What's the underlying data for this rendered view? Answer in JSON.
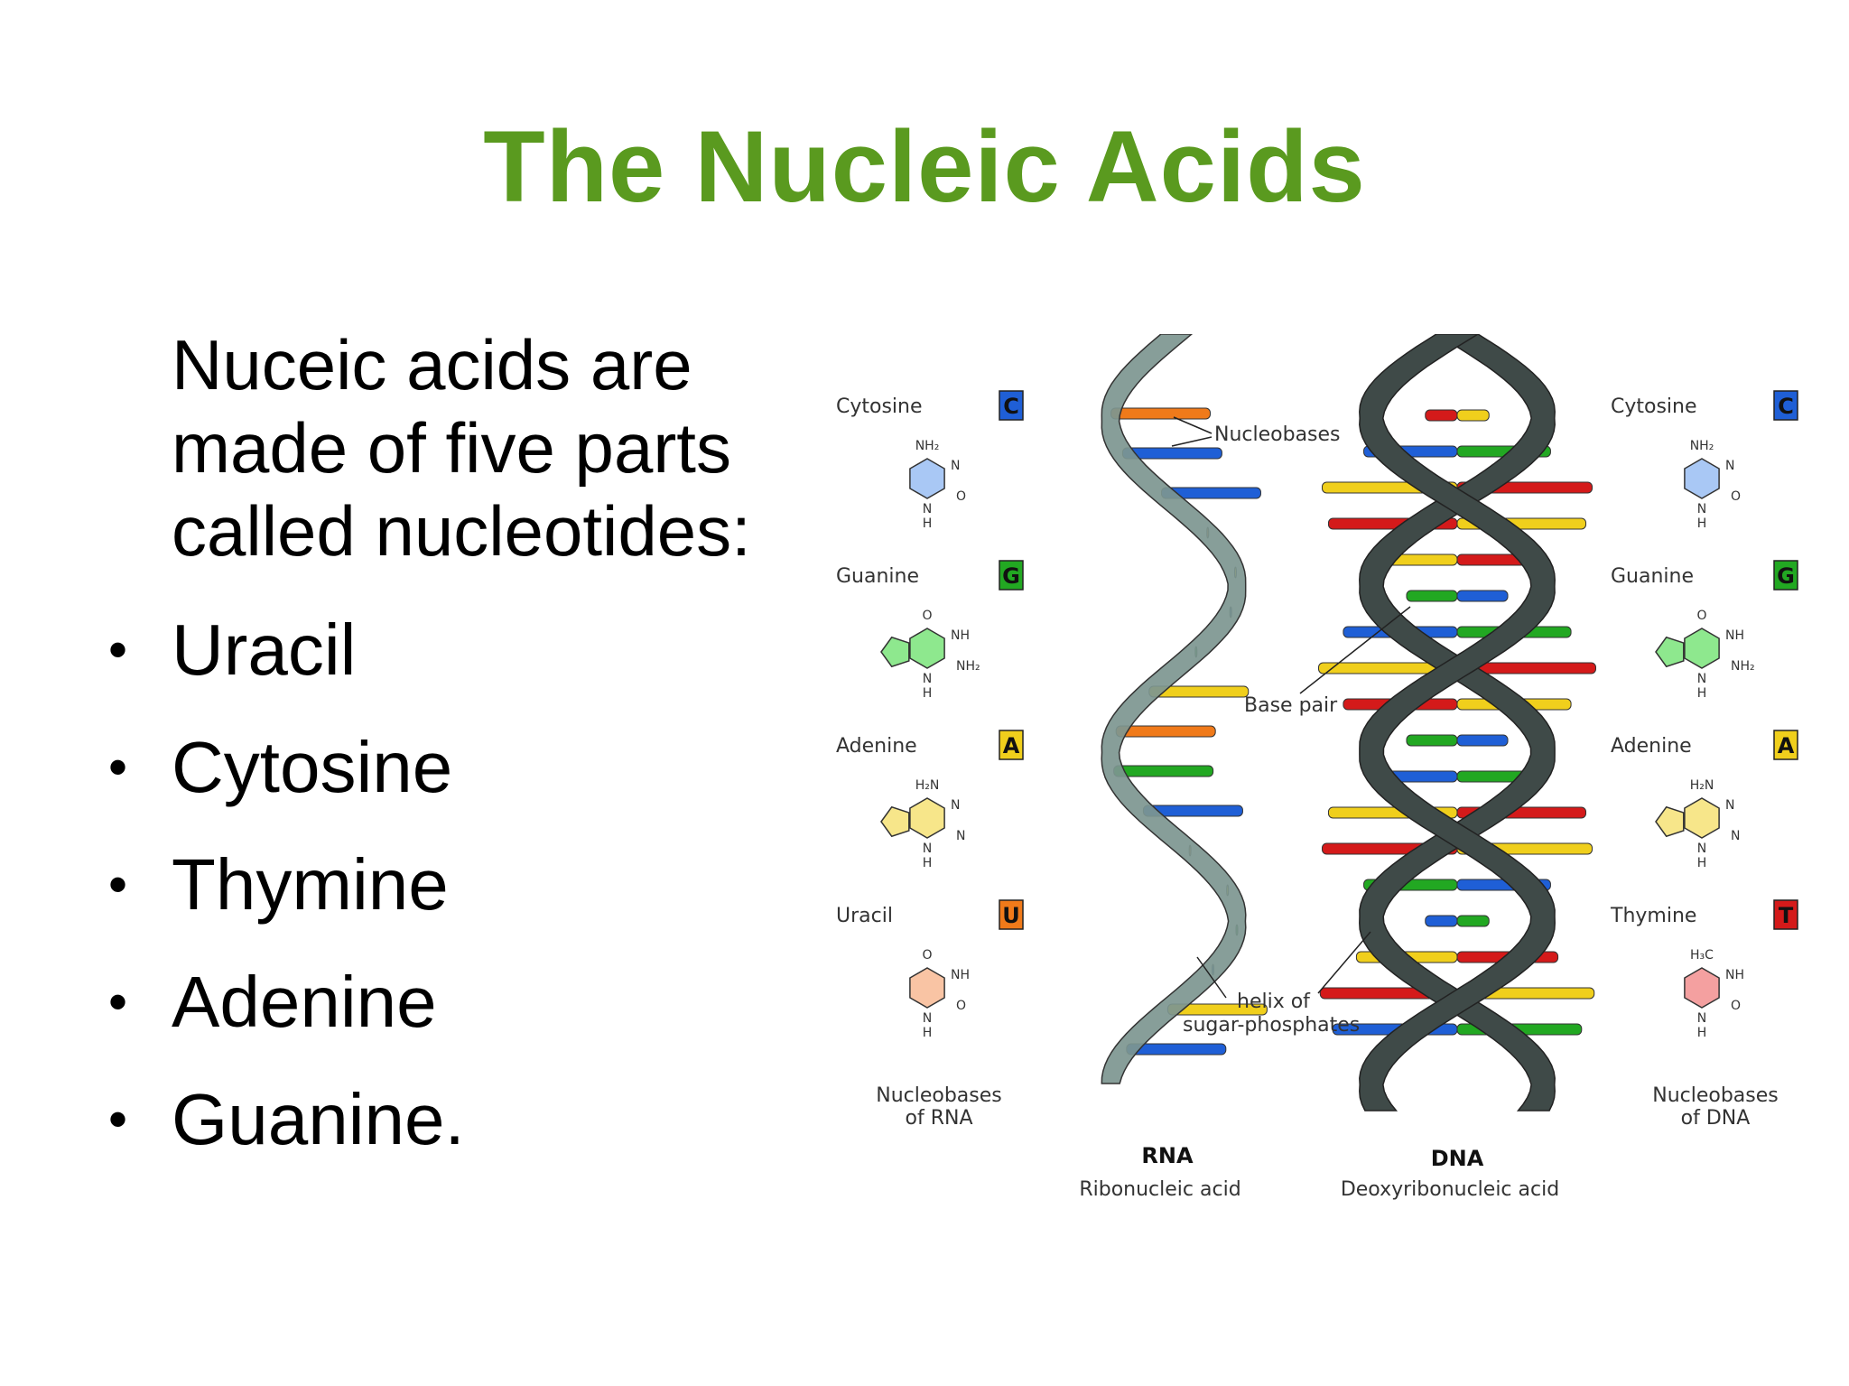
{
  "title": "The Nucleic Acids",
  "intro": [
    "Nuceic acids are",
    "made of five parts",
    "called nucleotides:"
  ],
  "bullets": [
    "Uracil",
    "Cytosine",
    "Thymine",
    "Adenine",
    "Guanine."
  ],
  "colors": {
    "title": "#5a9a1f",
    "cytosine": "#1f5fd6",
    "guanine": "#22a822",
    "adenine": "#f0cf1c",
    "uracil": "#f07a1a",
    "thymine": "#d41a1a",
    "rna_backbone": "#7d9690",
    "dna_backbone": "#3f4a48"
  },
  "figure": {
    "rna_bases": [
      {
        "name": "Cytosine",
        "letter": "C",
        "formula_a": "NH₂",
        "formula_b": "N",
        "formula_c": "O",
        "formula_d": "N",
        "formula_e": "H"
      },
      {
        "name": "Guanine",
        "letter": "G",
        "formula_a": "O",
        "formula_b": "NH",
        "formula_c": "NH₂",
        "formula_d": "N",
        "formula_e": "H"
      },
      {
        "name": "Adenine",
        "letter": "A",
        "formula_a": "H₂N",
        "formula_b": "N",
        "formula_c": "N",
        "formula_d": "N",
        "formula_e": "H"
      },
      {
        "name": "Uracil",
        "letter": "U",
        "formula_a": "O",
        "formula_b": "NH",
        "formula_c": "O",
        "formula_d": "N",
        "formula_e": "H"
      }
    ],
    "dna_bases": [
      {
        "name": "Cytosine",
        "letter": "C",
        "formula_a": "NH₂",
        "formula_b": "N",
        "formula_c": "O",
        "formula_d": "N",
        "formula_e": "H"
      },
      {
        "name": "Guanine",
        "letter": "G",
        "formula_a": "O",
        "formula_b": "NH",
        "formula_c": "NH₂",
        "formula_d": "N",
        "formula_e": "H"
      },
      {
        "name": "Adenine",
        "letter": "A",
        "formula_a": "H₂N",
        "formula_b": "N",
        "formula_c": "N",
        "formula_d": "N",
        "formula_e": "H"
      },
      {
        "name": "Thymine",
        "letter": "T",
        "formula_a": "H₃C",
        "formula_b": "NH",
        "formula_c": "O",
        "formula_d": "N",
        "formula_e": "H"
      }
    ],
    "annotations": {
      "nucleobases": "Nucleobases",
      "base_pair": "Base pair",
      "helix_line1": "helix of",
      "helix_line2": "sugar-phosphates"
    },
    "rna_caption_line1": "Nucleobases",
    "rna_caption_line2": "of RNA",
    "dna_caption_line1": "Nucleobases",
    "dna_caption_line2": "of DNA",
    "rna_name": "RNA",
    "rna_full": "Ribonucleic acid",
    "dna_name": "DNA",
    "dna_full": "Deoxyribonucleic acid"
  }
}
